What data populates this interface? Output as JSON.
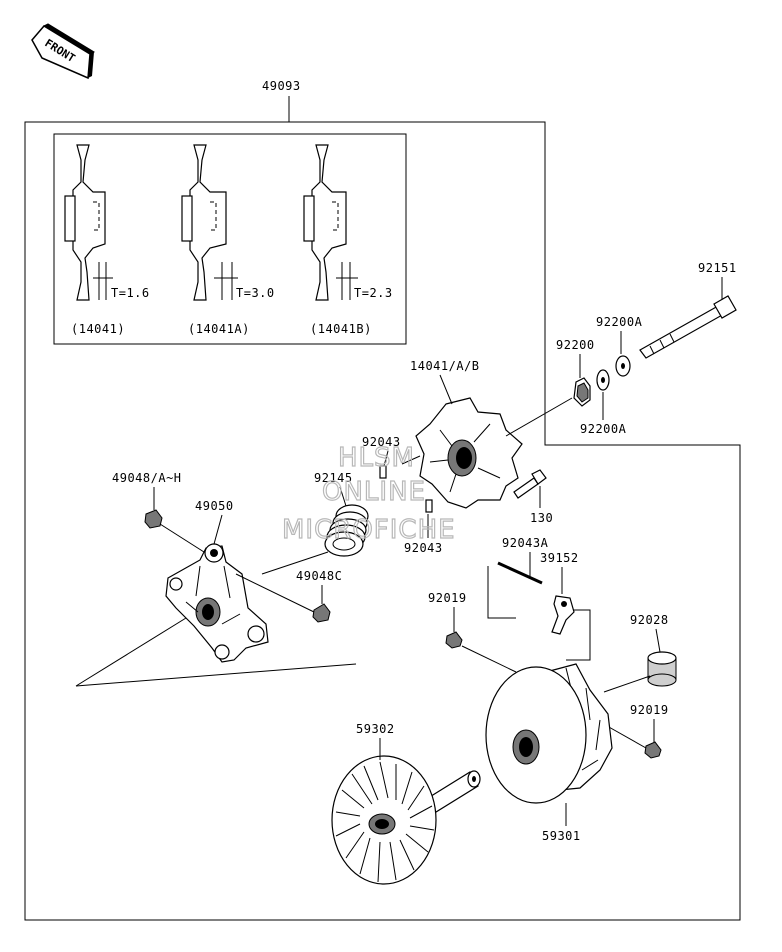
{
  "front_badge": "FRONT",
  "assembly_label": "49093",
  "inset": {
    "variants": [
      {
        "thickness": "T=1.6",
        "part": "(14041)"
      },
      {
        "thickness": "T=3.0",
        "part": "(14041A)"
      },
      {
        "thickness": "T=2.3",
        "part": "(14041B)"
      }
    ]
  },
  "callouts": {
    "p92151": "92151",
    "p92200A_top": "92200A",
    "p92200": "92200",
    "p92200A_bottom": "92200A",
    "p14041AB": "14041/A/B",
    "p92043_top": "92043",
    "p92145": "92145",
    "p92043_bottom": "92043",
    "p130": "130",
    "p49048AH": "49048/A~H",
    "p49050": "49050",
    "p49048C": "49048C",
    "p92043A": "92043A",
    "p39152": "39152",
    "p92019_top": "92019",
    "p92028": "92028",
    "p92019_bottom": "92019",
    "p59302": "59302",
    "p59301": "59301"
  },
  "watermark": {
    "line1": "HLSM",
    "line2": "ONLINE",
    "line3": "MICROFICHE"
  }
}
